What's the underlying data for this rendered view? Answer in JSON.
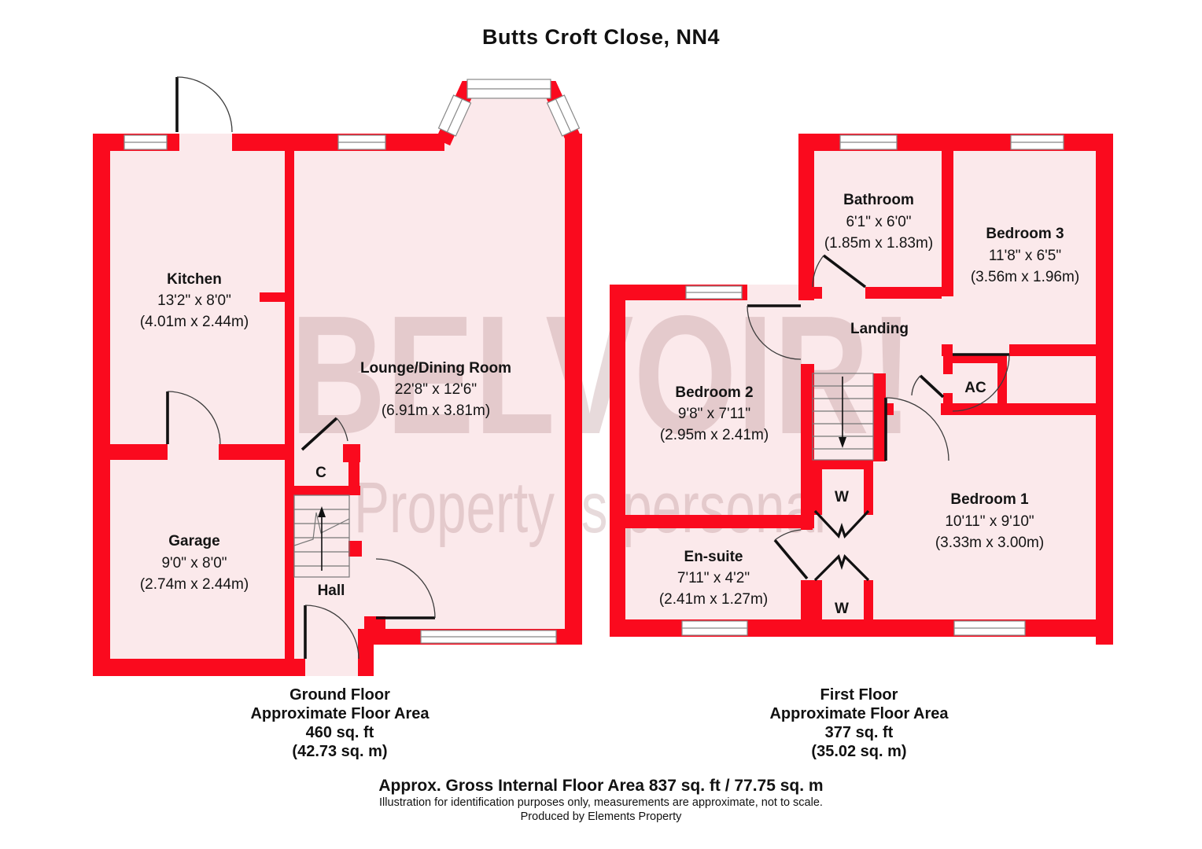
{
  "title": "Butts Croft Close, NN4",
  "watermark": {
    "line1": "BELVOIR!",
    "line2": "Property is personal"
  },
  "colors": {
    "wall_red": "#FA0A1E",
    "room_fill": "#FBE9EB"
  },
  "ground_floor": {
    "rooms": {
      "kitchen": {
        "name": "Kitchen",
        "imperial": "13'2\" x 8'0\"",
        "metric": "(4.01m x 2.44m)"
      },
      "lounge": {
        "name": "Lounge/Dining Room",
        "imperial": "22'8\" x 12'6\"",
        "metric": "(6.91m x 3.81m)"
      },
      "garage": {
        "name": "Garage",
        "imperial": "9'0\" x 8'0\"",
        "metric": "(2.74m x 2.44m)"
      },
      "hall": {
        "name": "Hall"
      },
      "cupboard": {
        "name": "C"
      }
    },
    "summary": {
      "floor": "Ground Floor",
      "area_label": "Approximate Floor Area",
      "area_ft": "460 sq. ft",
      "area_m": "(42.73 sq. m)"
    }
  },
  "first_floor": {
    "rooms": {
      "bathroom": {
        "name": "Bathroom",
        "imperial": "6'1\" x 6'0\"",
        "metric": "(1.85m x 1.83m)"
      },
      "bedroom3": {
        "name": "Bedroom 3",
        "imperial": "11'8\" x 6'5\"",
        "metric": "(3.56m x 1.96m)"
      },
      "bedroom2": {
        "name": "Bedroom 2",
        "imperial": "9'8\" x 7'11\"",
        "metric": "(2.95m x 2.41m)"
      },
      "landing": {
        "name": "Landing"
      },
      "ac": {
        "name": "AC"
      },
      "bedroom1": {
        "name": "Bedroom 1",
        "imperial": "10'11\" x 9'10\"",
        "metric": "(3.33m x 3.00m)"
      },
      "ensuite": {
        "name": "En-suite",
        "imperial": "7'11\" x 4'2\"",
        "metric": "(2.41m x 1.27m)"
      },
      "wardrobe_top": {
        "name": "W"
      },
      "wardrobe_bottom": {
        "name": "W"
      }
    },
    "summary": {
      "floor": "First Floor",
      "area_label": "Approximate Floor Area",
      "area_ft": "377 sq. ft",
      "area_m": "(35.02 sq. m)"
    }
  },
  "footer": {
    "gross_area": "Approx. Gross Internal Floor Area 837 sq. ft / 77.75 sq. m",
    "disclaimer": "Illustration for identification purposes only, measurements are approximate, not to scale.",
    "produced_by": "Produced by Elements Property"
  }
}
